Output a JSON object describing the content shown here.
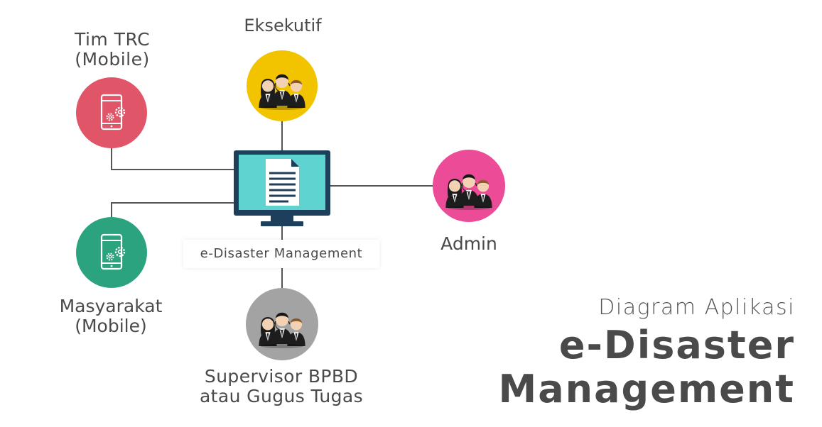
{
  "nodes": {
    "tim_trc": {
      "line1": "Tim TRC",
      "line2": "(Mobile)",
      "color": "#e05567",
      "icon": "mobile-gear-icon"
    },
    "eksekutif": {
      "label": "Eksekutif",
      "color": "#f2c400",
      "icon": "people-group-icon"
    },
    "admin": {
      "label": "Admin",
      "color": "#ec4b97",
      "icon": "people-group-icon"
    },
    "masyarakat": {
      "line1": "Masyarakat",
      "line2": "(Mobile)",
      "color": "#2aa37e",
      "icon": "mobile-gear-icon"
    },
    "supervisor": {
      "line1": "Supervisor BPBD",
      "line2": "atau Gugus Tugas",
      "color": "#a3a3a3",
      "icon": "people-group-icon"
    },
    "center": {
      "label": "e-Disaster Management",
      "screen_color": "#5ed3cf",
      "frame_color": "#1e3f5c",
      "icon": "monitor-document-icon"
    }
  },
  "title": {
    "sub": "Diagram Aplikasi",
    "line1": "e-Disaster",
    "line2": "Management"
  },
  "colors": {
    "connector": "#555555",
    "text": "#4a4a4a"
  }
}
